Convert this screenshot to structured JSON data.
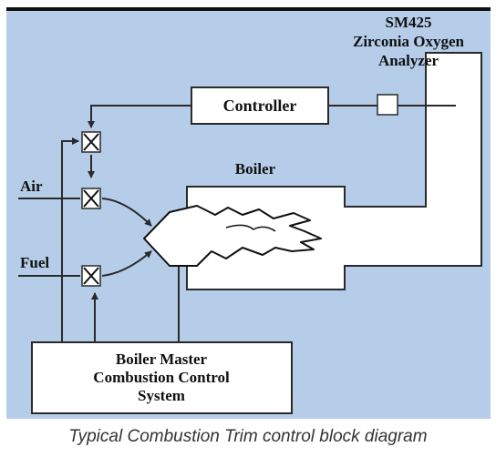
{
  "analyzer": {
    "line1": "SM425",
    "line2": "Zirconia Oxygen",
    "line3": "Analyzer"
  },
  "controller_label": "Controller",
  "boiler_label": "Boiler",
  "air_label": "Air",
  "fuel_label": "Fuel",
  "master": {
    "line1": "Boiler Master",
    "line2": "Combustion Control",
    "line3": "System"
  },
  "caption": "Typical Combustion Trim control block diagram",
  "colors": {
    "background": "#b5cde8",
    "line": "#2a2a2a",
    "box": "#ffffff"
  }
}
